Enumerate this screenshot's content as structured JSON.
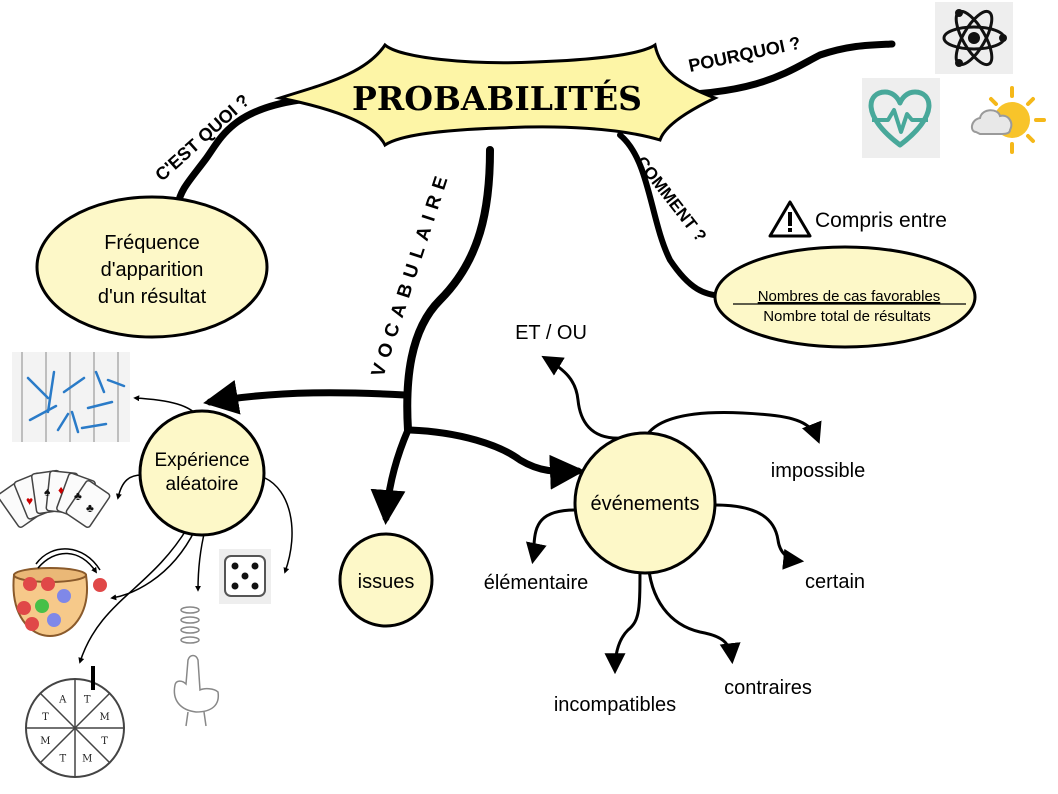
{
  "title": "PROBABILITÉS",
  "branches": {
    "cest_quoi": "C'EST QUOI ?",
    "pourquoi": "POURQUOI ?",
    "comment": "COMMENT ?",
    "vocabulaire": "VOCABULAIRE"
  },
  "definition": {
    "line1": "Fréquence",
    "line2": "d'apparition",
    "line3": "d'un résultat"
  },
  "formula": {
    "warning": "Compris entre",
    "numerator": "Nombres de cas favorables",
    "denominator": "Nombre total de résultats"
  },
  "vocab": {
    "experience_line1": "Expérience",
    "experience_line2": "aléatoire",
    "issues": "issues",
    "evenements": "événements",
    "et_ou": "ET / OU",
    "impossible": "impossible",
    "certain": "certain",
    "elementaire": "élémentaire",
    "incompatibles": "incompatibles",
    "contraires": "contraires"
  },
  "wheel_letters": [
    "A",
    "T",
    "M",
    "T",
    "M",
    "T",
    "M",
    "T"
  ],
  "icons": [
    "atom-icon",
    "heart-pulse-icon",
    "sun-cloud-icon",
    "needles-icon",
    "cards-icon",
    "dice-icon",
    "marbles-bag-icon",
    "coin-flip-icon",
    "spinner-wheel-icon",
    "warning-icon"
  ],
  "colors": {
    "bubble_fill": "#fdf8c8",
    "title_fill": "#fdf5a6",
    "needle_blue": "#2a7bc8",
    "teal": "#48a89a"
  }
}
